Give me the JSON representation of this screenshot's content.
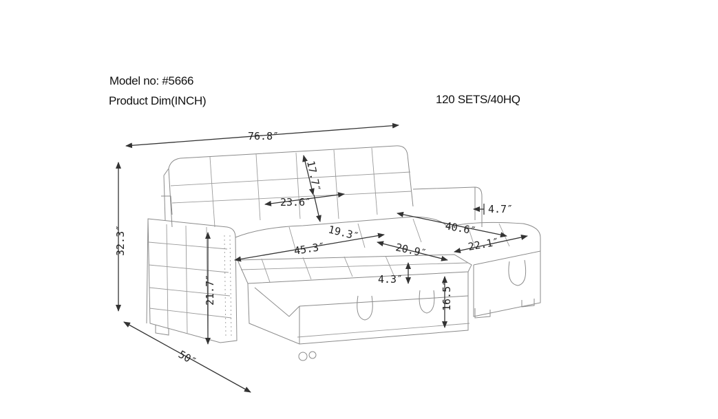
{
  "header": {
    "model": "Model no: #5666",
    "product_dim": "Product Dim(INCH)",
    "packing": "120 SETS/40HQ"
  },
  "dimensions": {
    "overall_width": "76.8″",
    "overall_height": "32.3″",
    "depth": "50″",
    "back_height": "17.7″",
    "back_width": "23.6″",
    "seat_depth": "19.3″",
    "seat_width": "45.3″",
    "bed_depth": "20.9″",
    "chaise_length": "40.6″",
    "chaise_width": "22.1″",
    "arm_width": "4.7″",
    "seat_height": "21.7″",
    "cushion_thickness": "4.3″",
    "chaise_height": "16.5″"
  }
}
